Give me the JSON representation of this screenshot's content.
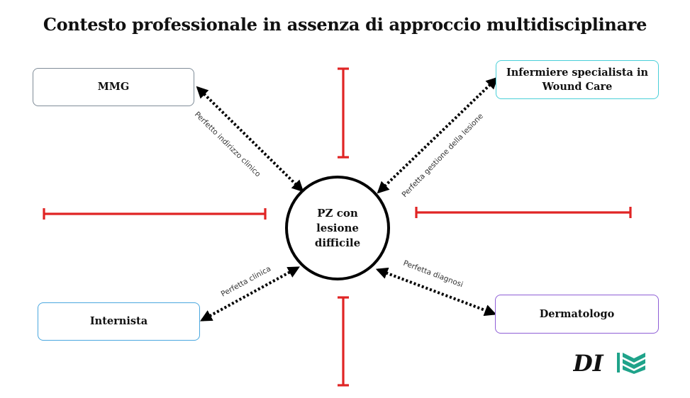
{
  "title": "Contesto professionale in assenza di approccio multidisciplinare",
  "center": {
    "line1": "PZ con lesione",
    "line2": "difficile"
  },
  "nodes": {
    "mmg": "MMG",
    "infermiere": {
      "line1": "Infermiere specialista in",
      "line2": "Wound Care"
    },
    "internista": "Internista",
    "dermatologo": "Dermatologo"
  },
  "edges": {
    "mmg": "Perfetto indirizzo clinico",
    "infermiere": "Perfetta gestione della lesione",
    "internista": "Perfetta clinica",
    "dermatologo": "Perfetta diagnosi"
  },
  "logo": {
    "text": "DI",
    "icon": "stacked-chevrons-icon"
  },
  "colors": {
    "barrier": "#e02424",
    "mmg_border": "#7f8c98",
    "infermiere_border": "#49cfd8",
    "internista_border": "#4aa7df",
    "dermatologo_border": "#8e5ed6",
    "logo_icon": "#1fa38a"
  }
}
